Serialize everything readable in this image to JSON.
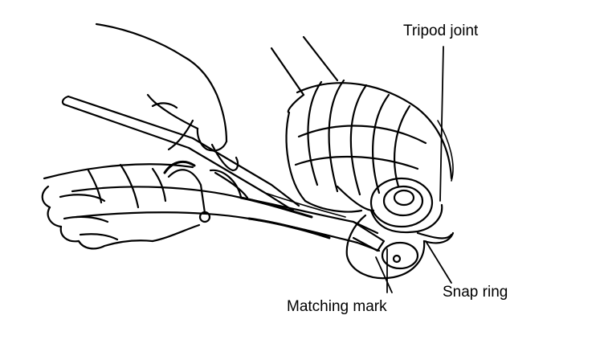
{
  "labels": {
    "tripod_joint": "Tripod joint",
    "snap_ring": "Snap ring",
    "matching_mark": "Matching mark"
  },
  "colors": {
    "ink": "#000000",
    "paper": "#ffffff"
  }
}
